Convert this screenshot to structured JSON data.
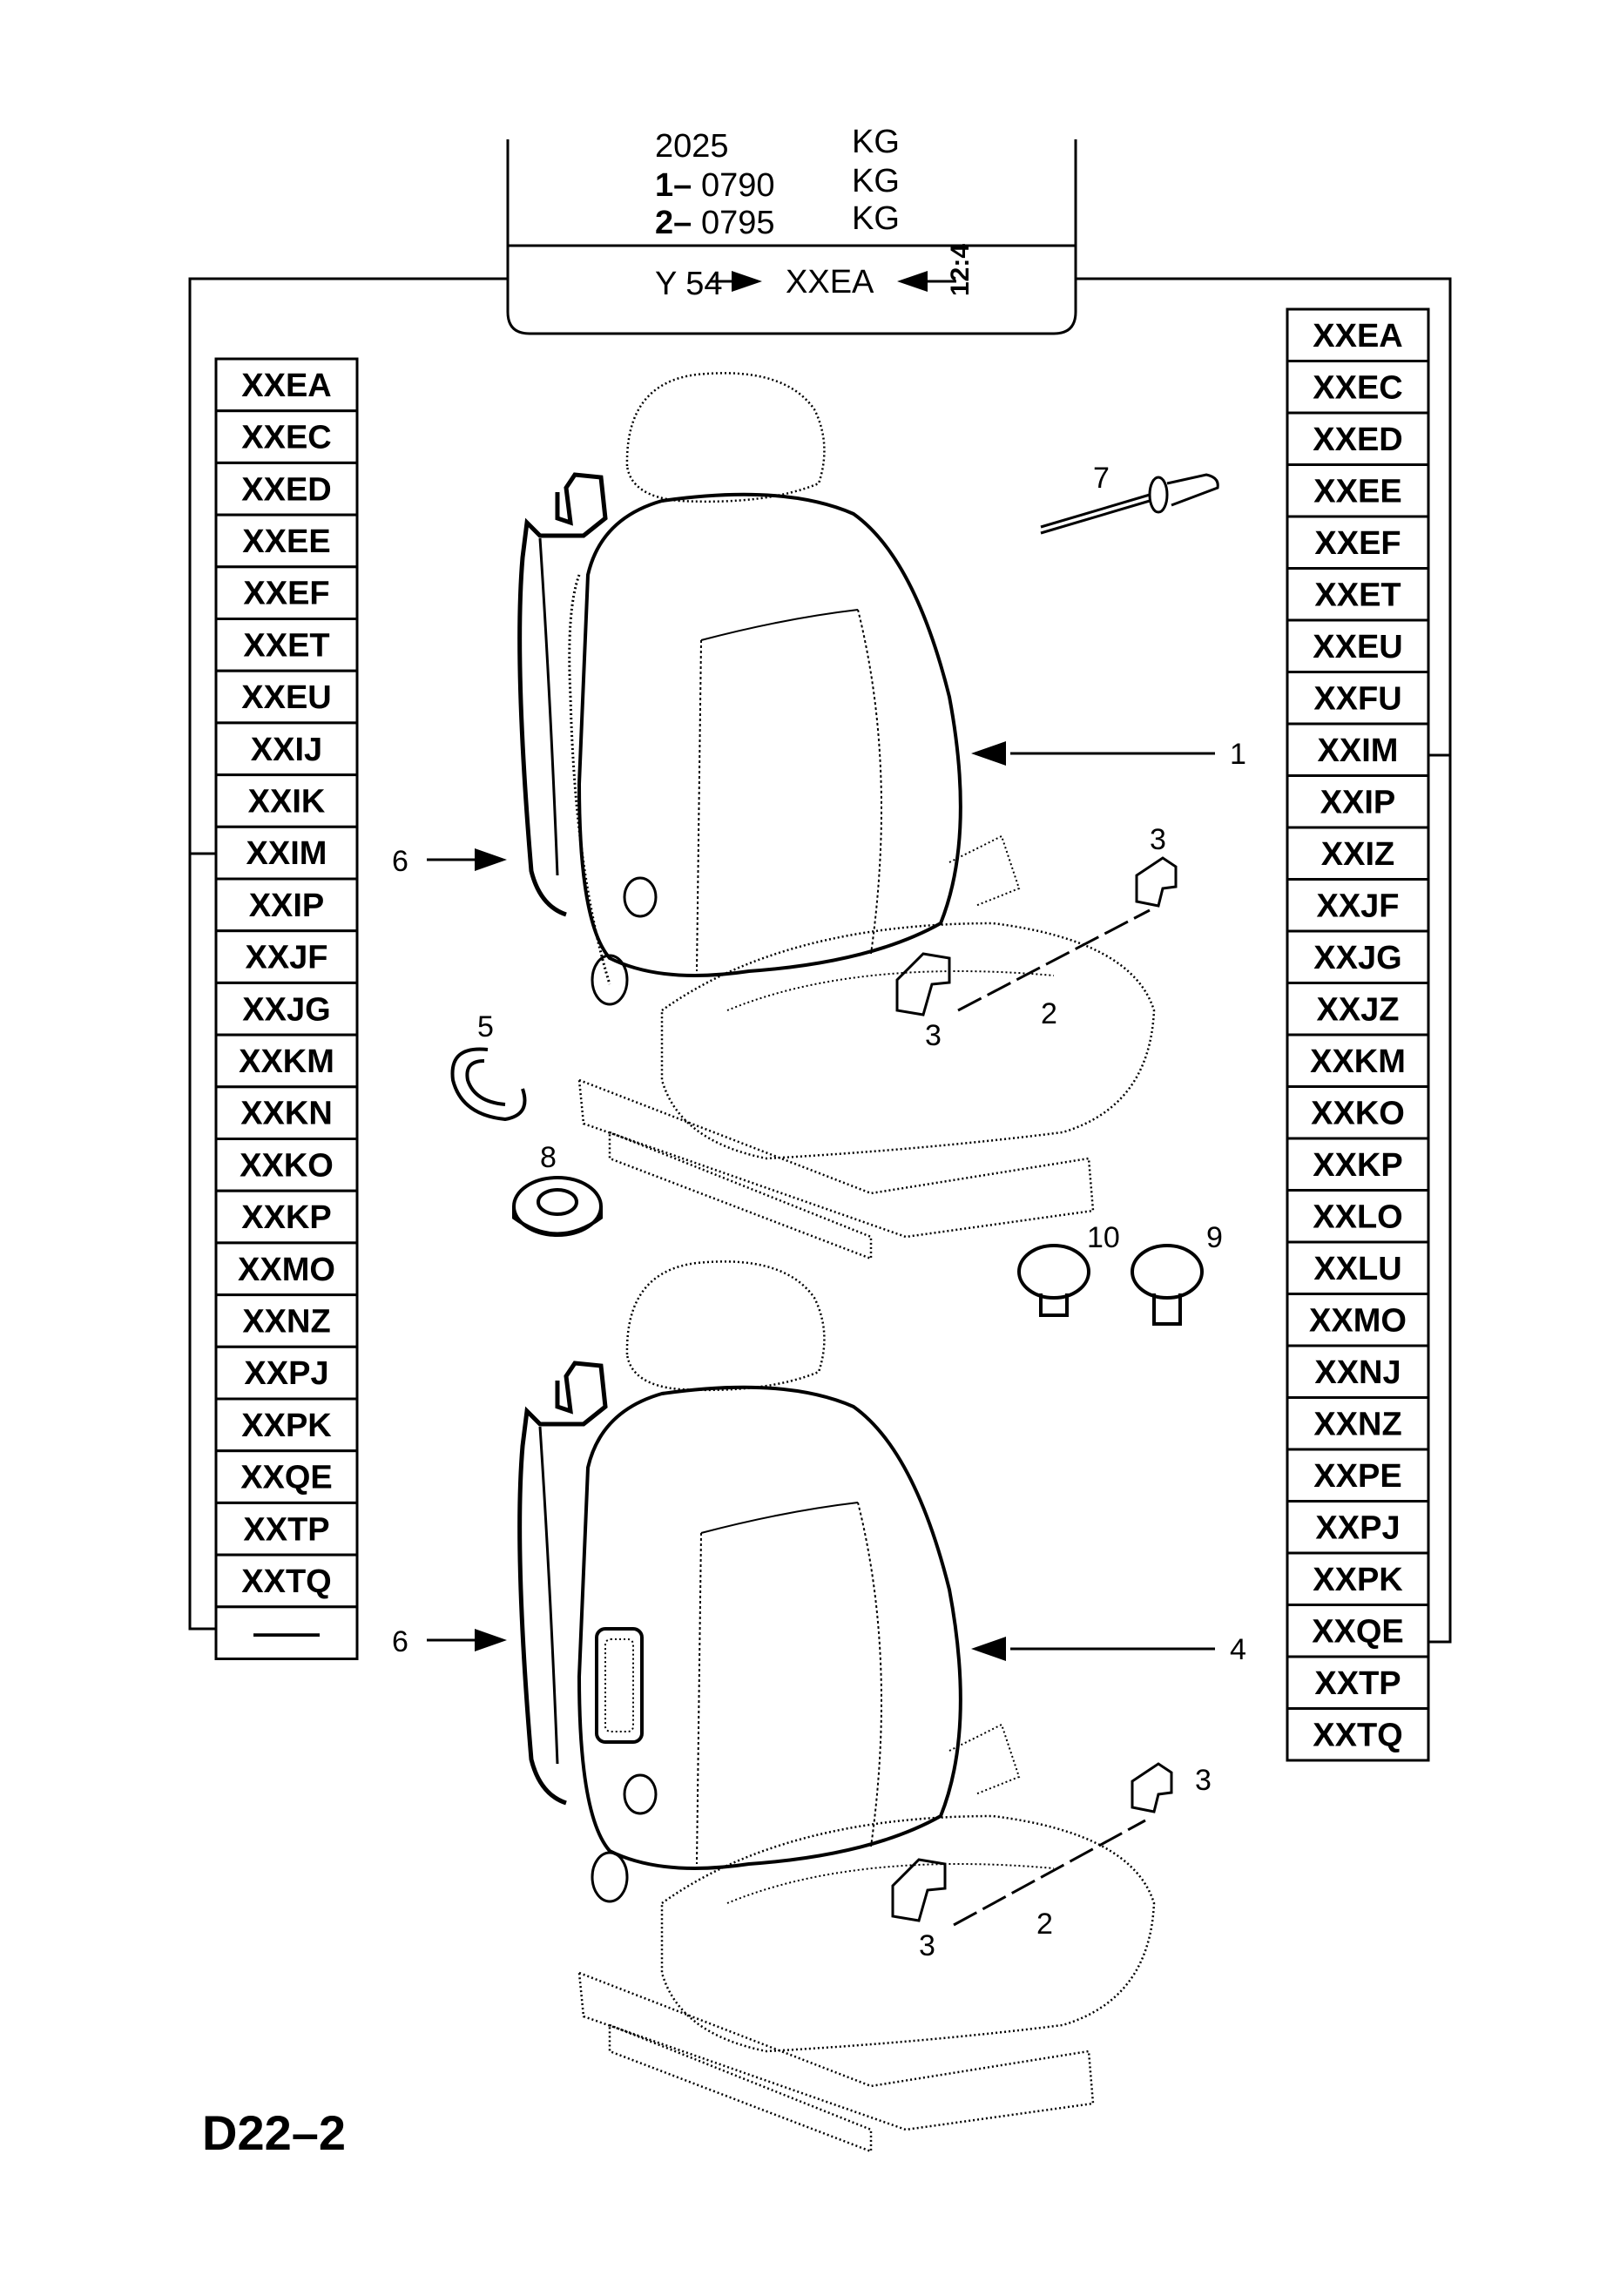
{
  "header": {
    "rows": [
      {
        "prefix": "",
        "code": "2025",
        "unit": "KG"
      },
      {
        "prefix": "1–",
        "code": "0790",
        "unit": "KG"
      },
      {
        "prefix": "2–",
        "code": "0795",
        "unit": "KG"
      }
    ],
    "ref_left": "Y 54",
    "ref_main": "XXEA",
    "ref_right": "12:4"
  },
  "left_codes": [
    "XXEA",
    "XXEC",
    "XXED",
    "XXEE",
    "XXEF",
    "XXET",
    "XXEU",
    "XXIJ",
    "XXIK",
    "XXIM",
    "XXIP",
    "XXJF",
    "XXJG",
    "XXKM",
    "XXKN",
    "XXKO",
    "XXKP",
    "XXMO",
    "XXNZ",
    "XXPJ",
    "XXPK",
    "XXQE",
    "XXTP",
    "XXTQ",
    "——"
  ],
  "right_codes": [
    "XXEA",
    "XXEC",
    "XXED",
    "XXEE",
    "XXEF",
    "XXET",
    "XXEU",
    "XXFU",
    "XXIM",
    "XXIP",
    "XXIZ",
    "XXJF",
    "XXJG",
    "XXJZ",
    "XXKM",
    "XXKO",
    "XXKP",
    "XXLO",
    "XXLU",
    "XXMO",
    "XXNJ",
    "XXNZ",
    "XXPE",
    "XXPJ",
    "XXPK",
    "XXQE",
    "XXTP",
    "XXTQ"
  ],
  "callouts": {
    "c1": "1",
    "c2a": "2",
    "c2b": "2",
    "c3a": "3",
    "c3b": "3",
    "c3c": "3",
    "c3d": "3",
    "c4": "4",
    "c5": "5",
    "c6a": "6",
    "c6b": "6",
    "c7": "7",
    "c8": "8",
    "c9": "9",
    "c10": "10"
  },
  "footer": "D22–2"
}
